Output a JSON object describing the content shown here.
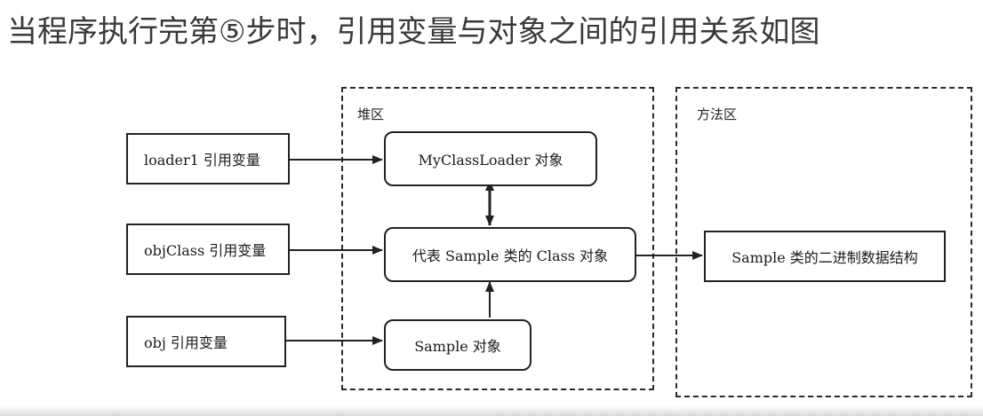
{
  "title": "当程序执行完第⑤步时，引用变量与对象之间的引用关系如图",
  "regions": {
    "heap": "堆区",
    "method_area": "方法区"
  },
  "variables": {
    "loader1": "loader1 引用变量",
    "objClass": "objClass 引用变量",
    "obj": "obj 引用变量"
  },
  "objects": {
    "myclassloader": "MyClassLoader 对象",
    "class_object": "代表 Sample 类的 Class 对象",
    "sample": "Sample 对象"
  },
  "method_area_item": "Sample 类的二进制数据结构",
  "colors": {
    "line": "#222222",
    "background": "#ffffff"
  }
}
